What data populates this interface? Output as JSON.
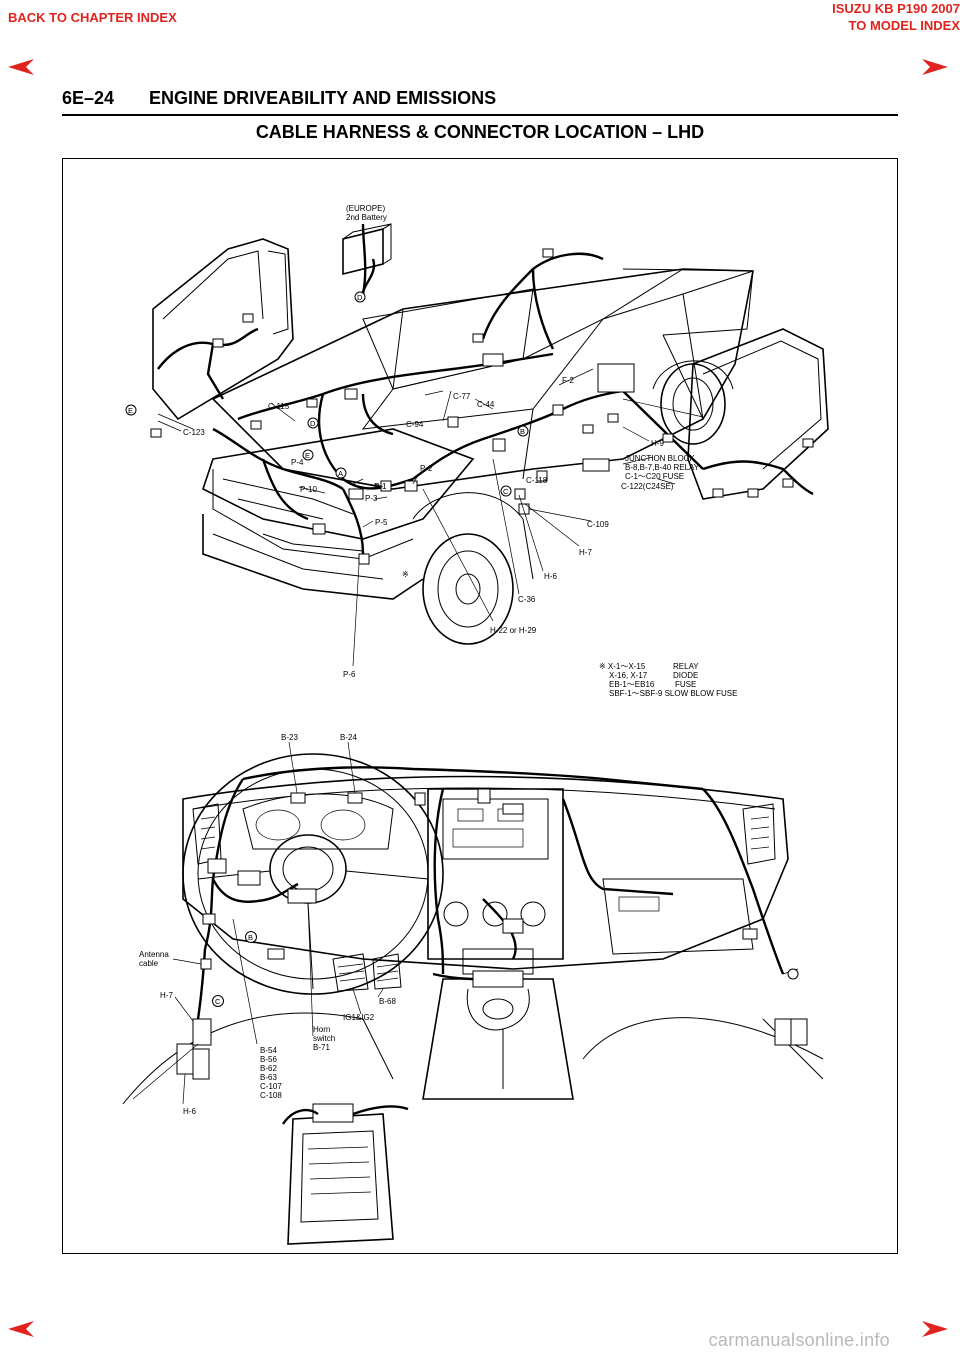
{
  "nav": {
    "back_chapter": "BACK TO CHAPTER INDEX",
    "model_title": "ISUZU KB P190 2007",
    "back_model": "TO MODEL INDEX",
    "arrow_color": "#e0241d"
  },
  "header": {
    "section": "6E–24       ENGINE DRIVEABILITY AND EMISSIONS",
    "title": "CABLE HARNESS & CONNECTOR LOCATION – LHD"
  },
  "upper_labels": {
    "europe": "(EUROPE)",
    "battery": "2nd Battery",
    "c123": "C-123",
    "c115": "C-115",
    "c77": "C-77",
    "c44": "C-44",
    "c94": "C-94",
    "f2": "F-2",
    "h9": "H-9",
    "jb1": "JUNCTION BLOCK",
    "jb2": "B-8,B-7,B-40 RELAY",
    "jb3": "C-1～C20 FUSE",
    "c122": "C-122(C24SE)",
    "p4": "P-4",
    "p1": "P-1",
    "p2": "P-2",
    "p3": "P-3",
    "p10": "P-10",
    "p5": "P-5",
    "c118": "C-118",
    "c109": "C-109",
    "h7": "H-7",
    "h6": "H-6",
    "c36": "C-36",
    "h22": "H-22 or H-29",
    "p6": "P-6",
    "ref_mark": "※"
  },
  "legend": {
    "r1a": "※ X-1～X-15",
    "r1b": "RELAY",
    "r2a": "X-16, X-17",
    "r2b": "DIODE",
    "r3a": "EB-1～EB16",
    "r3b": "FUSE",
    "r4": "SBF-1～SBF-9 SLOW BLOW FUSE"
  },
  "lower_labels": {
    "b23": "B-23",
    "b24": "B-24",
    "antenna1": "Antenna",
    "antenna2": "cable",
    "h7": "H-7",
    "h6": "H-6",
    "b54": "B-54",
    "b56": "B-56",
    "b62": "B-62",
    "b63": "B-63",
    "c107": "C-107",
    "c108": "C-108",
    "horn1": "Horn",
    "horn2": "switch",
    "b71": "B-71",
    "ig": "IG1&IG2",
    "b68": "B-68"
  },
  "markers": {
    "a": "A",
    "b": "B",
    "c": "C",
    "d": "D",
    "e": "E"
  },
  "footer": {
    "watermark": "carmanualsonline.info"
  }
}
